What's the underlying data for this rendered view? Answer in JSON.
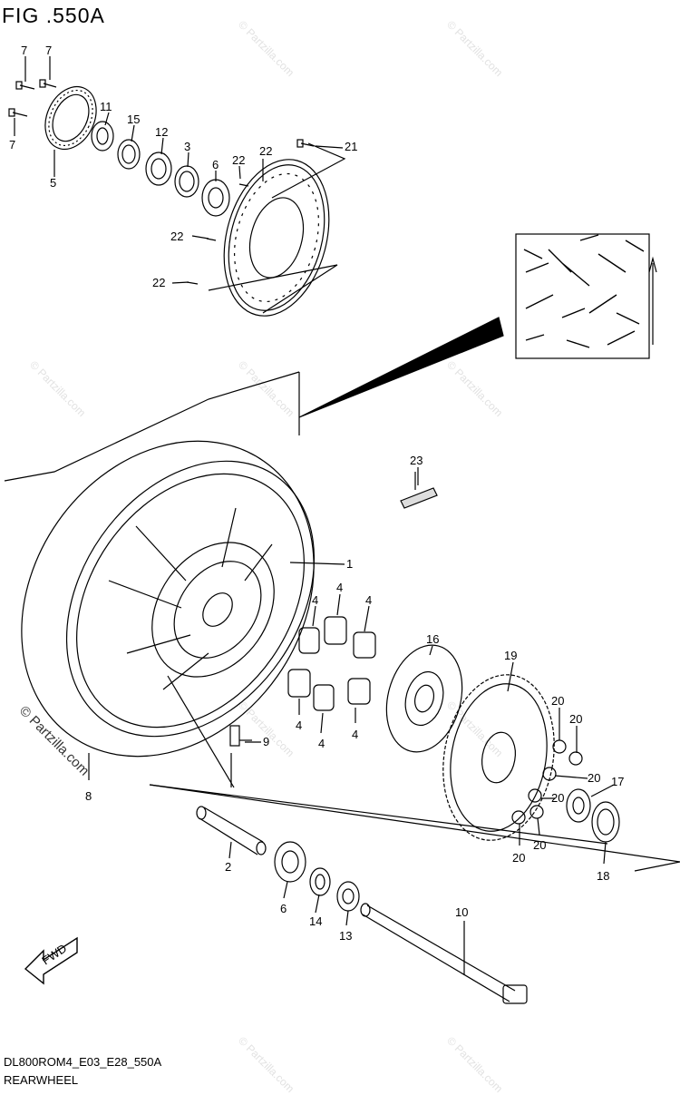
{
  "figure": {
    "title": "FIG .550A",
    "code": "DL800ROM4_E03_E28_550A",
    "name": "REARWHEEL"
  },
  "watermark": {
    "text": "© Partzilla.com",
    "color": "#e2e2e2",
    "main_color": "#333333"
  },
  "fwd_label": "FWD",
  "callouts": [
    "7",
    "7",
    "7",
    "5",
    "11",
    "15",
    "12",
    "3",
    "6",
    "22",
    "22",
    "21",
    "22",
    "22",
    "23",
    "1",
    "4",
    "4",
    "4",
    "4",
    "4",
    "4",
    "16",
    "19",
    "20",
    "20",
    "20",
    "17",
    "20",
    "20",
    "18",
    "20",
    "9",
    "8",
    "2",
    "6",
    "14",
    "13",
    "10"
  ]
}
